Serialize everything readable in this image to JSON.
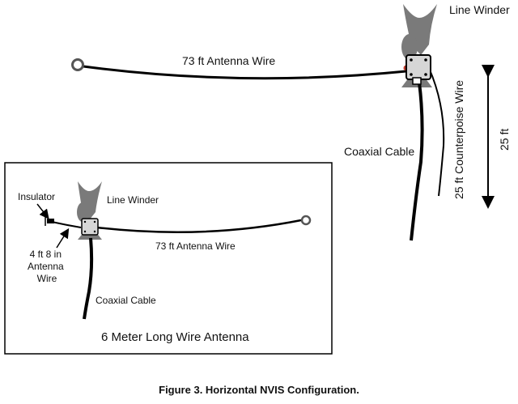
{
  "main_diagram": {
    "line_winder_label": "Line Winder",
    "antenna_wire_label": "73 ft Antenna Wire",
    "coax_label": "Coaxial Cable",
    "counterpoise_label": "25 ft Counterpoise Wire",
    "height_label": "25 ft"
  },
  "inset_diagram": {
    "insulator_label": "Insulator",
    "line_winder_label": "Line Winder",
    "antenna_wire_label": "73 ft Antenna Wire",
    "short_wire_label_line1": "4 ft 8 in",
    "short_wire_label_line2": "Antenna",
    "short_wire_label_line3": "Wire",
    "coax_label": "Coaxial Cable",
    "title": "6 Meter Long Wire Antenna"
  },
  "caption": "Figure 3. Horizontal NVIS Configuration.",
  "colors": {
    "winder": "#7a7a7a",
    "box": "#d6d6d6",
    "wire": "#000000",
    "connector_red": "#c0392b"
  }
}
